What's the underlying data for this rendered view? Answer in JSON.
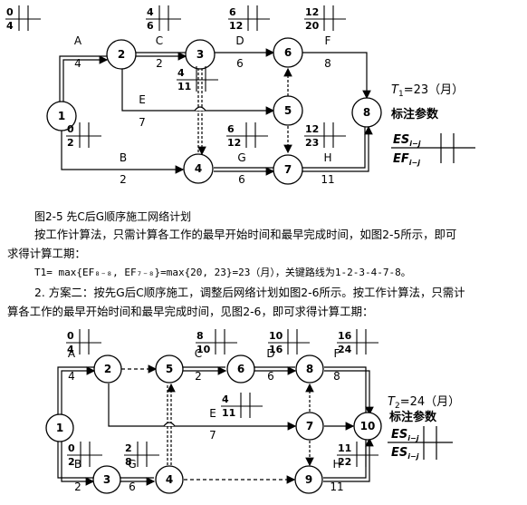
{
  "diagram1": {
    "nodes": [
      "1",
      "2",
      "3",
      "4",
      "5",
      "6",
      "7",
      "8"
    ],
    "activities": [
      {
        "name": "A",
        "duration": "4"
      },
      {
        "name": "B",
        "duration": "2"
      },
      {
        "name": "C",
        "duration": "2"
      },
      {
        "name": "D",
        "duration": "6"
      },
      {
        "name": "E",
        "duration": "7"
      },
      {
        "name": "F",
        "duration": "8"
      },
      {
        "name": "G",
        "duration": "6"
      },
      {
        "name": "H",
        "duration": "11"
      }
    ],
    "params": [
      {
        "es": "0",
        "ef": "4"
      },
      {
        "es": "4",
        "ef": "6"
      },
      {
        "es": "6",
        "ef": "12"
      },
      {
        "es": "12",
        "ef": "20"
      },
      {
        "es": "4",
        "ef": "11"
      },
      {
        "es": "0",
        "ef": "2"
      },
      {
        "es": "6",
        "ef": "12"
      },
      {
        "es": "12",
        "ef": "23"
      }
    ],
    "t_label": "T",
    "t_sub": "1",
    "t_value": "=23（月）",
    "legend_title": "标注参数",
    "legend_top": "ES",
    "legend_bottom": "EF",
    "legend_sub": "i−j"
  },
  "text": {
    "caption": "图2-5  先C后G顺序施工网络计划",
    "p1_line1": "按工作计算法，只需计算各工作的最早开始时间和最早完成时间，如图2-5所示，即可",
    "p1_line2": "求得计算工期：",
    "formula": "T1= max{EF₈₋₈, EF₇₋₈}=max{20, 23}=23（月），关键路线为1-2-3-4-7-8。",
    "p2_line1": "2. 方案二：按先G后C顺序施工，调整后网络计划如图2-6所示。按工作计算法，只需计",
    "p2_line2": "算各工作的最早开始时间和最早完成时间，见图2-6，即可求得计算工期："
  },
  "diagram2": {
    "nodes": [
      "1",
      "2",
      "3",
      "4",
      "5",
      "6",
      "7",
      "8",
      "9",
      "10"
    ],
    "activities": [
      {
        "name": "A",
        "duration": "4"
      },
      {
        "name": "B",
        "duration": "2"
      },
      {
        "name": "C",
        "duration": "2"
      },
      {
        "name": "D",
        "duration": "6"
      },
      {
        "name": "E",
        "duration": "7"
      },
      {
        "name": "F",
        "duration": "8"
      },
      {
        "name": "G",
        "duration": "6"
      },
      {
        "name": "H",
        "duration": "11"
      }
    ],
    "params": [
      {
        "es": "0",
        "ef": "4"
      },
      {
        "es": "8",
        "ef": "10"
      },
      {
        "es": "10",
        "ef": "16"
      },
      {
        "es": "16",
        "ef": "24"
      },
      {
        "es": "4",
        "ef": "11"
      },
      {
        "es": "0",
        "ef": "2"
      },
      {
        "es": "2",
        "ef": "8"
      },
      {
        "es": "11",
        "ef": "22"
      }
    ],
    "t_label": "T",
    "t_sub": "2",
    "t_value": "=24（月）",
    "legend_title": "标注参数",
    "legend_top": "ES",
    "legend_bottom": "ES",
    "legend_sub": "i−j"
  }
}
